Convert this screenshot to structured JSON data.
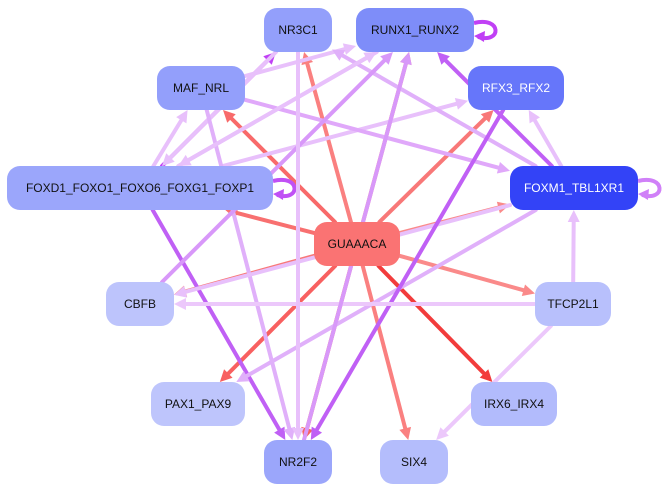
{
  "graph": {
    "nodes": [
      {
        "id": "NR3C1",
        "label": "NR3C1",
        "color": "#939ffb",
        "text": "dark"
      },
      {
        "id": "RUNX1_RUNX2",
        "label": "RUNX1_RUNX2",
        "color": "#7e8df9",
        "text": "dark"
      },
      {
        "id": "MAF_NRL",
        "label": "MAF_NRL",
        "color": "#939ffb",
        "text": "dark"
      },
      {
        "id": "RFX3_RFX2",
        "label": "RFX3_RFX2",
        "color": "#6676fa",
        "text": "light"
      },
      {
        "id": "FOXD1",
        "label": "FOXD1_FOXO1_FOXO6_FOXG1_FOXP1",
        "color": "#9ba6fb",
        "text": "dark"
      },
      {
        "id": "FOXM1_TBL1XR1",
        "label": "FOXM1_TBL1XR1",
        "color": "#3343f7",
        "text": "light"
      },
      {
        "id": "GUAAACA",
        "label": "GUAAACA",
        "color": "#fa7373",
        "text": "dark"
      },
      {
        "id": "CBFB",
        "label": "CBFB",
        "color": "#bdc4fc",
        "text": "dark"
      },
      {
        "id": "TFCP2L1",
        "label": "TFCP2L1",
        "color": "#b8c0fc",
        "text": "dark"
      },
      {
        "id": "PAX1_PAX9",
        "label": "PAX1_PAX9",
        "color": "#bec5fc",
        "text": "dark"
      },
      {
        "id": "IRX6_IRX4",
        "label": "IRX6_IRX4",
        "color": "#b2bbfc",
        "text": "dark"
      },
      {
        "id": "NR2F2",
        "label": "NR2F2",
        "color": "#9ba6fb",
        "text": "dark"
      },
      {
        "id": "SIX4",
        "label": "SIX4",
        "color": "#b4bdfc",
        "text": "dark"
      }
    ],
    "edges": [
      {
        "from": "GUAAACA",
        "to": "NR3C1",
        "color": "#fa8080"
      },
      {
        "from": "GUAAACA",
        "to": "RUNX1_RUNX2",
        "color": "#fa8080"
      },
      {
        "from": "GUAAACA",
        "to": "MAF_NRL",
        "color": "#f86a6a"
      },
      {
        "from": "GUAAACA",
        "to": "RFX3_RFX2",
        "color": "#f87878"
      },
      {
        "from": "GUAAACA",
        "to": "FOXD1",
        "color": "#f87070"
      },
      {
        "from": "GUAAACA",
        "to": "FOXM1_TBL1XR1",
        "color": "#fa8a8a"
      },
      {
        "from": "GUAAACA",
        "to": "CBFB",
        "color": "#f87878"
      },
      {
        "from": "GUAAACA",
        "to": "TFCP2L1",
        "color": "#fa8a8a"
      },
      {
        "from": "GUAAACA",
        "to": "PAX1_PAX9",
        "color": "#f86060"
      },
      {
        "from": "GUAAACA",
        "to": "IRX6_IRX4",
        "color": "#f23c3c"
      },
      {
        "from": "GUAAACA",
        "to": "NR2F2",
        "color": "#f86060"
      },
      {
        "from": "GUAAACA",
        "to": "SIX4",
        "color": "#fa8080"
      },
      {
        "from": "RUNX1_RUNX2",
        "to": "RUNX1_RUNX2",
        "color": "#c040f5"
      },
      {
        "from": "FOXD1",
        "to": "FOXD1",
        "color": "#c050f5"
      },
      {
        "from": "FOXM1_TBL1XR1",
        "to": "FOXM1_TBL1XR1",
        "color": "#d080f8"
      },
      {
        "from": "FOXD1",
        "to": "NR3C1",
        "color": "#c040f5"
      },
      {
        "from": "NR3C1",
        "to": "FOXD1",
        "color": "#e8c0fb"
      },
      {
        "from": "FOXD1",
        "to": "MAF_NRL",
        "color": "#e8c0fb"
      },
      {
        "from": "FOXD1",
        "to": "NR2F2",
        "color": "#c060f5"
      },
      {
        "from": "FOXD1",
        "to": "RFX3_RFX2",
        "color": "#e8c0fb"
      },
      {
        "from": "FOXD1",
        "to": "RUNX1_RUNX2",
        "color": "#e8c0fb"
      },
      {
        "from": "MAF_NRL",
        "to": "NR2F2",
        "color": "#e0b0fa"
      },
      {
        "from": "MAF_NRL",
        "to": "FOXM1_TBL1XR1",
        "color": "#e0a8fa"
      },
      {
        "from": "MAF_NRL",
        "to": "RUNX1_RUNX2",
        "color": "#e8c0fb"
      },
      {
        "from": "FOXM1_TBL1XR1",
        "to": "RUNX1_RUNX2",
        "color": "#c060f5"
      },
      {
        "from": "FOXM1_TBL1XR1",
        "to": "RFX3_RFX2",
        "color": "#e8c0fb"
      },
      {
        "from": "FOXM1_TBL1XR1",
        "to": "NR3C1",
        "color": "#e0b0fa"
      },
      {
        "from": "FOXM1_TBL1XR1",
        "to": "CBFB",
        "color": "#e8c0fb"
      },
      {
        "from": "FOXM1_TBL1XR1",
        "to": "PAX1_PAX9",
        "color": "#e0b0fa"
      },
      {
        "from": "RFX3_RFX2",
        "to": "NR2F2",
        "color": "#c060f5"
      },
      {
        "from": "CBFB",
        "to": "RUNX1_RUNX2",
        "color": "#d898f9"
      },
      {
        "from": "TFCP2L1",
        "to": "FOXM1_TBL1XR1",
        "color": "#e8c0fb"
      },
      {
        "from": "TFCP2L1",
        "to": "SIX4",
        "color": "#ecc8fb"
      },
      {
        "from": "TFCP2L1",
        "to": "CBFB",
        "color": "#ecc8fb"
      },
      {
        "from": "NR3C1",
        "to": "NR2F2",
        "color": "#e8c0fb"
      },
      {
        "from": "RUNX1_RUNX2",
        "to": "FOXD1",
        "color": "#e8c0fb"
      },
      {
        "from": "NR2F2",
        "to": "RUNX1_RUNX2",
        "color": "#d898f9"
      }
    ]
  }
}
